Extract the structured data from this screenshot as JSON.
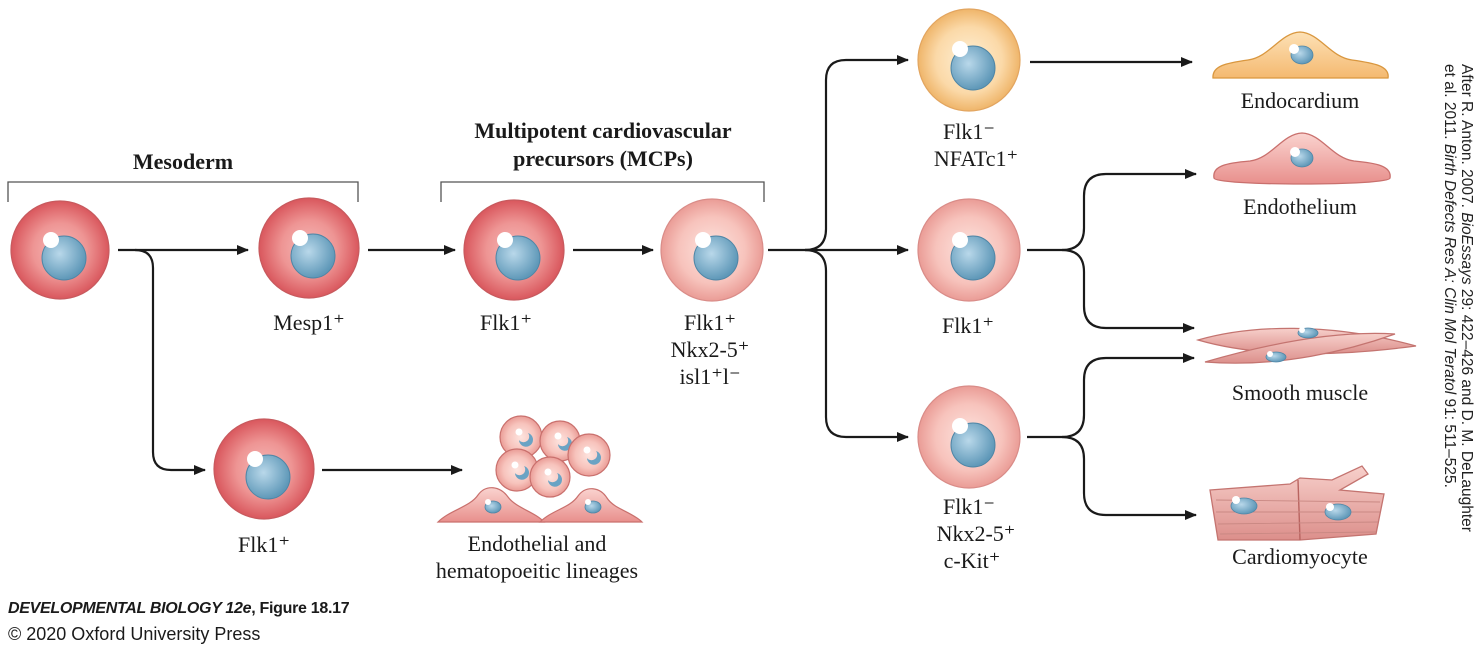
{
  "headers": {
    "mesoderm": "Mesoderm",
    "mcp_line1": "Multipotent cardiovascular",
    "mcp_line2": "precursors (MCPs)"
  },
  "cell_labels": {
    "mesp1": "Mesp1⁺",
    "flk1_mcp": "Flk1⁺",
    "mcp_final_1": "Flk1⁺",
    "mcp_final_2": "Nkx2-5⁺",
    "mcp_final_3": "isl1⁺l⁻",
    "flk1_lower": "Flk1⁺",
    "endocardial_prog_1": "Flk1⁻",
    "endocardial_prog_2": "NFATc1⁺",
    "flk1_mid": "Flk1⁺",
    "ckit_1": "Flk1⁻",
    "ckit_2": "Nkx2-5⁺",
    "ckit_3": "c-Kit⁺"
  },
  "outcomes": {
    "endocardium": "Endocardium",
    "endothelium": "Endothelium",
    "smooth_muscle": "Smooth muscle",
    "cardiomyocyte": "Cardiomyocyte",
    "lineages_line1": "Endothelial and",
    "lineages_line2": "hematopoeitic lineages"
  },
  "caption": {
    "book": "DEVELOPMENTAL BIOLOGY 12e",
    "figure": ", Figure 18.17",
    "copyright": "© 2020 Oxford University Press"
  },
  "credit": {
    "line1_a": "After R. Anton. 2007. ",
    "line1_journal": "BioEssays",
    "line1_b": " 29: 422–426 and D. M. DeLaughter",
    "line2_a": "et al. 2011. ",
    "line2_journal": "Birth Defects Res A: Clin Mol Teratol",
    "line2_b": " 91: 511–525."
  },
  "colors": {
    "cell_red": "#e4787c",
    "cell_pale": "#f2b5b0",
    "cell_orange": "#f6cf96",
    "nucleus": "#7eb0cc",
    "arrow": "#1a1a1a"
  }
}
